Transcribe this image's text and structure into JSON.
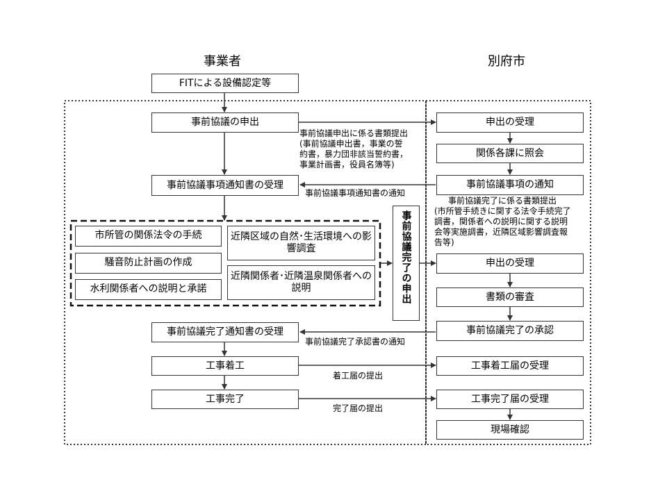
{
  "headers": {
    "left": "事業者",
    "right": "別府市"
  },
  "left": {
    "fit": "FITによる設備認定等",
    "apply": "事前協議の申出",
    "notice_recv": "事前協議事項通知書の受理",
    "proc_1": "市所管の関係法令の手続",
    "proc_2": "騒音防止計画の作成",
    "proc_3": "水利関係者への説明と承諾",
    "proc_4": "近隣区域の自然･生活環境への影響調査",
    "proc_5": "近隣関係者･近隣温泉関係者への説明",
    "complete_notice_recv": "事前協議完了通知書の受理",
    "start": "工事着工",
    "finish": "工事完了"
  },
  "vertical_box": "事前協議完了の申出",
  "right": {
    "accept_1": "申出の受理",
    "consult": "関係各課に照会",
    "notify": "事前協議事項の通知",
    "accept_2": "申出の受理",
    "review": "書類の審査",
    "approve": "事前協議完了の承認",
    "start_recv": "工事着工届の受理",
    "finish_recv": "工事完了届の受理",
    "inspect": "現場確認"
  },
  "labels": {
    "docs_1": [
      "事前協議申出に係る書類提出",
      "(事前協議申出書，事業の誓",
      "約書，暴力団非該当誓約書，",
      "事業計画書，役員名簿等)"
    ],
    "notice_1": "事前協議事項通知書の通知",
    "docs_2": [
      "事前協議完了に係る書類提出",
      "(市所管手続きに関する法令手続完了",
      "調書，関係者への説明に関する説明",
      "会等実施調書，近隣区域影響調査報",
      "告等)"
    ],
    "notice_2": "事前協議完了承認書の通知",
    "start_submit": "着工届の提出",
    "finish_submit": "完了届の提出"
  }
}
